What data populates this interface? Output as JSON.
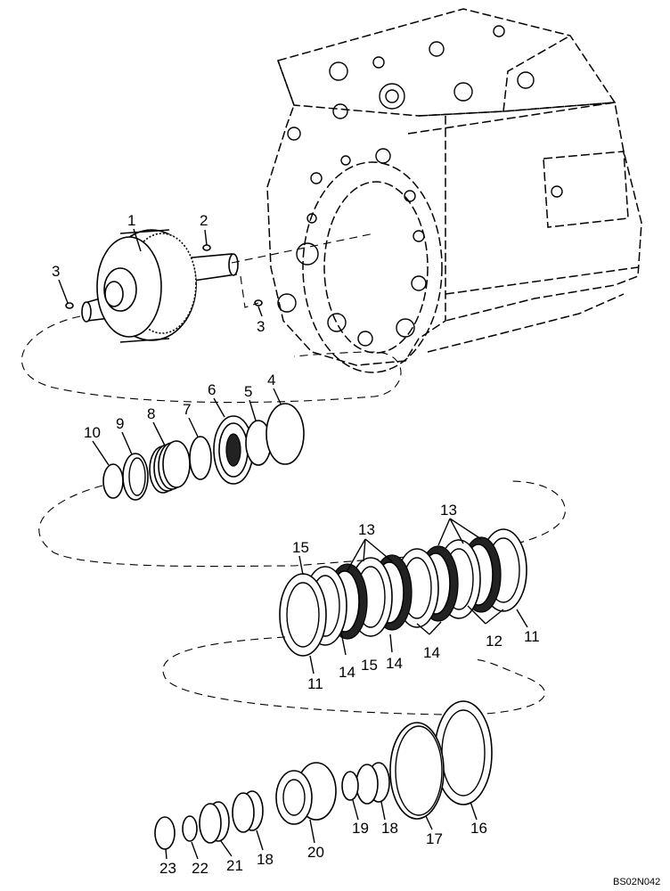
{
  "drawing_code": "BS02N042",
  "callouts": {
    "c1": "1",
    "c2": "2",
    "c3a": "3",
    "c3b": "3",
    "c4": "4",
    "c5": "5",
    "c6": "6",
    "c7": "7",
    "c8": "8",
    "c9": "9",
    "c10": "10",
    "c11a": "11",
    "c11b": "11",
    "c12": "12",
    "c13a": "13",
    "c13b": "13",
    "c14a": "14",
    "c14b": "14",
    "c14c": "14",
    "c15a": "15",
    "c15b": "15",
    "c16": "16",
    "c17": "17",
    "c18a": "18",
    "c18b": "18",
    "c19": "19",
    "c20": "20",
    "c21": "21",
    "c22": "22",
    "c23": "23"
  }
}
